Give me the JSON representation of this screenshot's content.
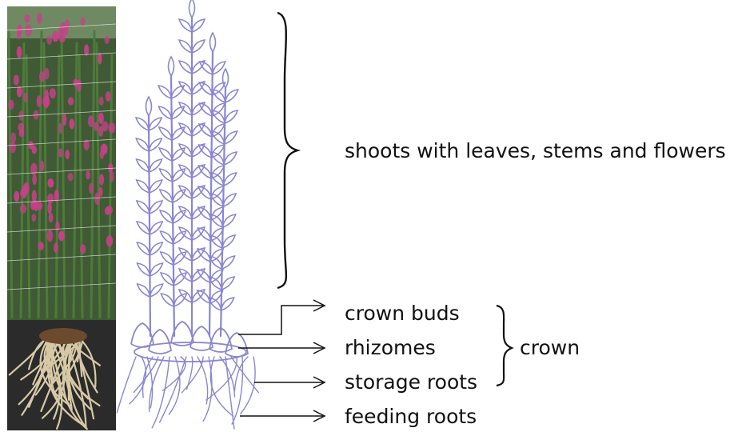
{
  "labels": {
    "shoots": "shoots with leaves, stems and flowers",
    "crown_buds": "crown buds",
    "rhizomes": "rhizomes",
    "storage_roots": "storage roots",
    "feeding_roots": "feeding roots",
    "crown": "crown"
  },
  "colors": {
    "sketch": "#8a86d0",
    "flower": "#c8408a",
    "foliage": "#4e7a3a",
    "root": "#d8c9a6",
    "ink": "#111111"
  },
  "icons": {
    "photo_top": "flowering-plants-photo",
    "photo_bottom": "root-crown-photo",
    "sketch": "plant-sketch"
  }
}
